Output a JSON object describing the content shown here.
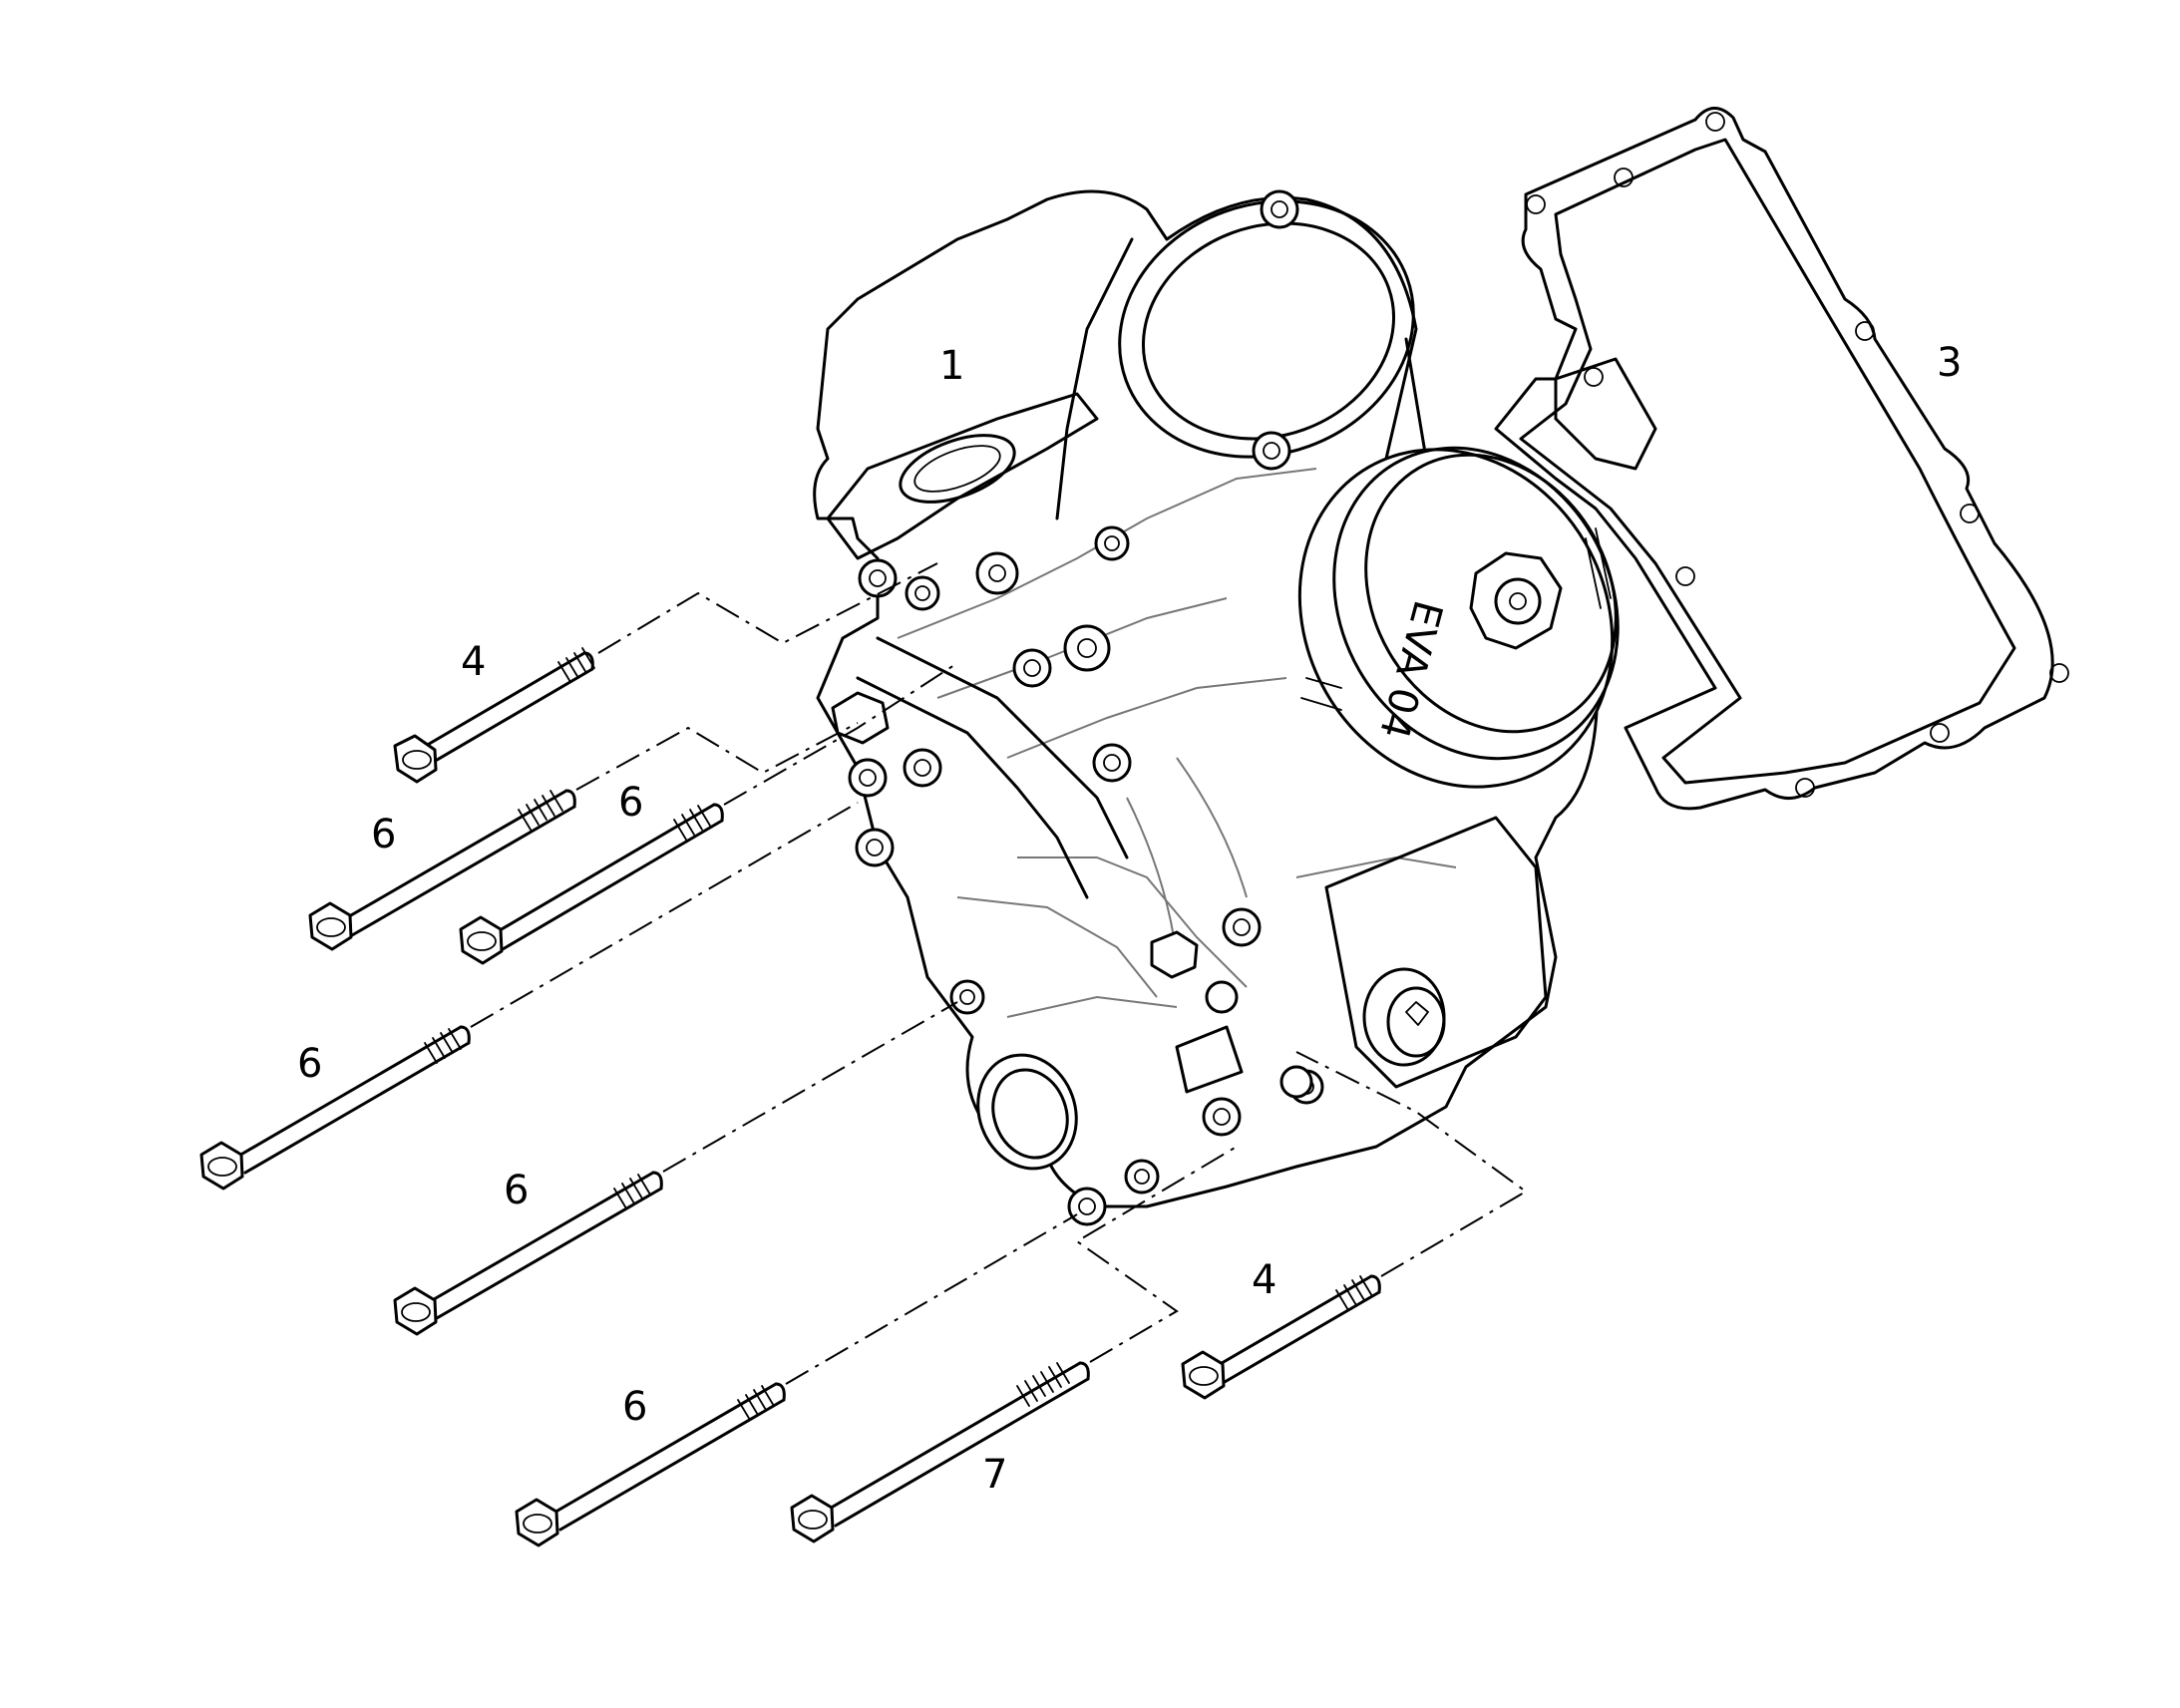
{
  "callouts": [
    {
      "id": "housing",
      "text": "1"
    },
    {
      "id": "gasket",
      "text": "3"
    },
    {
      "id": "bolt-4-top",
      "text": "4"
    },
    {
      "id": "bolt-4-bottom",
      "text": "4"
    },
    {
      "id": "bolt-6-a",
      "text": "6"
    },
    {
      "id": "bolt-6-b",
      "text": "6"
    },
    {
      "id": "bolt-6-c",
      "text": "6"
    },
    {
      "id": "bolt-6-d",
      "text": "6"
    },
    {
      "id": "bolt-6-e",
      "text": "6"
    },
    {
      "id": "bolt-7",
      "text": "7"
    }
  ],
  "cap_marking": "EVA 04"
}
